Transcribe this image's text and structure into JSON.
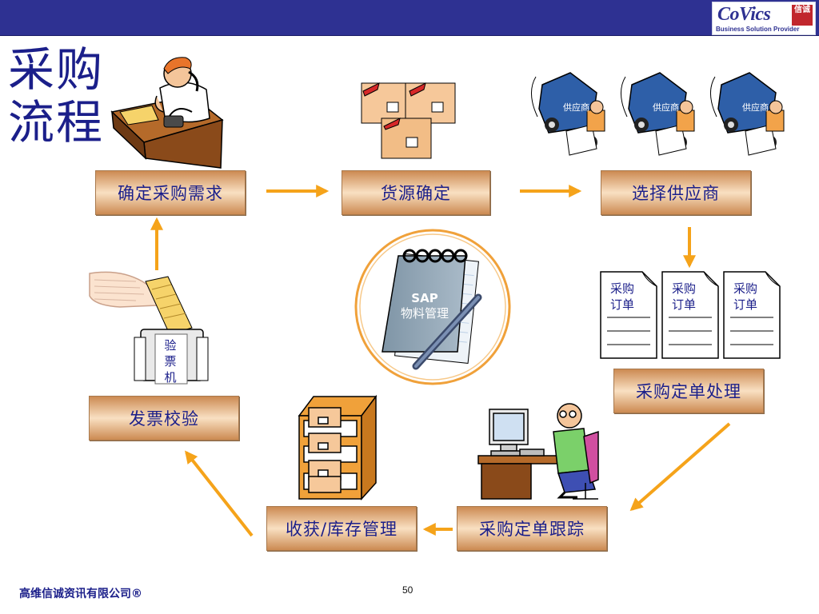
{
  "header": {
    "logo_name": "CoVics",
    "logo_stamp": "信诚",
    "logo_tagline": "Business Solution Provider"
  },
  "title": "采购流程",
  "steps": {
    "determine_demand": "确定采购需求",
    "source_determination": "货源确定",
    "select_supplier": "选择供应商",
    "po_processing": "采购定单处理",
    "po_tracking": "采购定单跟踪",
    "receipt_inventory": "收获/库存管理",
    "invoice_verification": "发票校验"
  },
  "supplier_label": "供应商",
  "purchase_order_doc": [
    "采购",
    "订单"
  ],
  "sap_notepad": [
    "SAP",
    "物料管理"
  ],
  "invoice_machine": [
    "验",
    "票",
    "机"
  ],
  "footer": {
    "company": "高维信诚资讯有限公司®",
    "page_number": "50"
  },
  "colors": {
    "header_bar": "#2e3192",
    "title_text": "#1b1f8a",
    "arrow": "#f5a31a",
    "step_box": "#e8b88a"
  }
}
